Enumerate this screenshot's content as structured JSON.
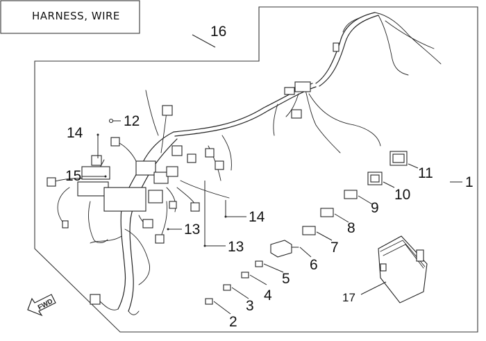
{
  "title": "HARNESS, WIRE",
  "forward_label": "FWD",
  "callouts": {
    "c1": "1",
    "c2": "2",
    "c3": "3",
    "c4": "4",
    "c5": "5",
    "c6": "6",
    "c7": "7",
    "c8": "8",
    "c9": "9",
    "c10": "10",
    "c11": "11",
    "c12": "12",
    "c13a": "13",
    "c13b": "13",
    "c14a": "14",
    "c14b": "14",
    "c15": "15",
    "c16": "16",
    "c17": "17"
  }
}
